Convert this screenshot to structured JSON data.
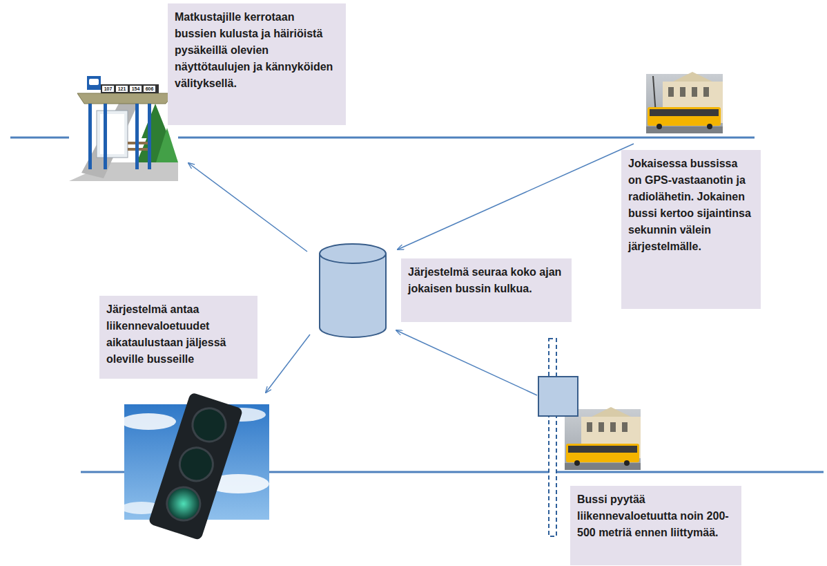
{
  "diagram": {
    "nodes": [
      {
        "text": [
          "Matkustajille kerrotaan bussien kulusta ja häiriöistä pysäkeillä olevien näyttötaulujen ja kännyköiden välityksellä."
        ]
      },
      {
        "text": [
          "Jokaisessa bussissa on GPS-vastaanotin ja radiolähetin. Jokainen bussi kertoo sijaintinsa sekunnin välein järjestelmälle."
        ]
      },
      {
        "text": [
          "Järjestelmä seuraa koko ajan jokaisen bussin kulkua."
        ]
      },
      {
        "text": [
          "Järjestelmä antaa liikennevaloetuudet aikataulustaan jäljessä oleville busseille"
        ]
      },
      {
        "text": [
          "Bussi pyytää liikennevaloetuutta noin 200-500 metriä ennen liittymää."
        ]
      }
    ],
    "labels": [
      "107",
      "121",
      "154",
      "606"
    ]
  }
}
